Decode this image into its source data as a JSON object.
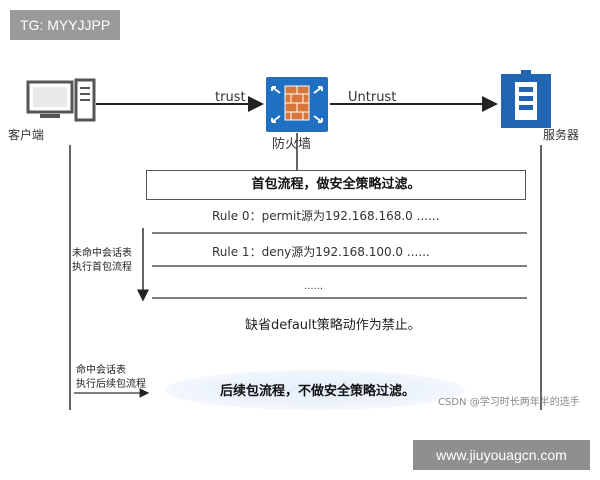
{
  "watermark_top": "TG: MYYJJPP",
  "watermark_bottom": "www.jiuyouagcn.com",
  "client_label": "客户端",
  "firewall_label": "防火墙",
  "server_label": "服务器",
  "trust_label": "trust",
  "untrust_label": "Untrust",
  "first_packet_box": "首包流程，做安全策略过滤。",
  "miss_session_label": [
    "未命中会话表",
    "执行首包流程"
  ],
  "rules": [
    "Rule 0：permit源为192.168.168.0 ......",
    "Rule 1：deny源为192.168.100.0    ......",
    "......"
  ],
  "default_action": "缺省default策略动作为禁止。",
  "hit_session_label": [
    "命中会话表",
    "执行后续包流程"
  ],
  "subsequent_text": "后续包流程，不做安全策略过滤。",
  "csdn_credit": "CSDN @学习时长两年半的选手",
  "colors": {
    "firewall_blue": "#1f6fc2",
    "server_blue": "#2266b3",
    "brick": "#d9773a"
  }
}
